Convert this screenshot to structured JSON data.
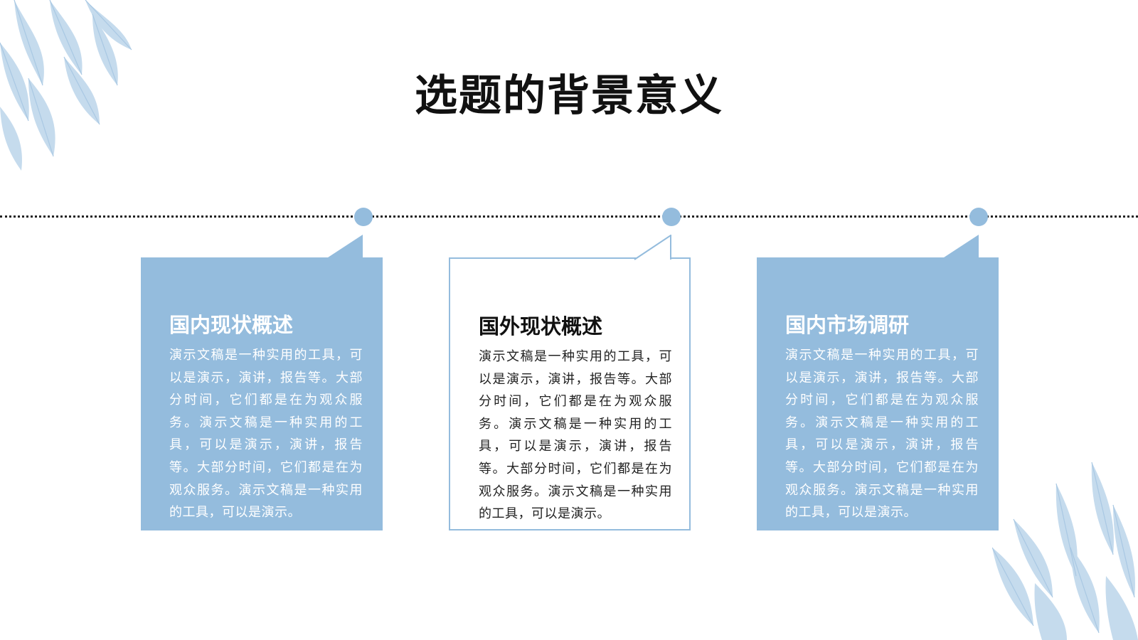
{
  "slide": {
    "title": "选题的背景意义"
  },
  "colors": {
    "accent": "#94bcdd",
    "leaf": "#bcd5ea",
    "timeline": "#222222",
    "title": "#111111"
  },
  "cards": [
    {
      "title": "国内现状概述",
      "body": "演示文稿是一种实用的工具，可以是演示，演讲，报告等。大部分时间，它们都是在为观众服务。演示文稿是一种实用的工具，可以是演示，演讲，报告等。大部分时间，它们都是在为观众服务。演示文稿是一种实用的工具，可以是演示。",
      "style": "filled"
    },
    {
      "title": "国外现状概述",
      "body": "演示文稿是一种实用的工具，可以是演示，演讲，报告等。大部分时间，它们都是在为观众服务。演示文稿是一种实用的工具，可以是演示，演讲，报告等。大部分时间，它们都是在为观众服务。演示文稿是一种实用的工具，可以是演示。",
      "style": "outline"
    },
    {
      "title": "国内市场调研",
      "body": "演示文稿是一种实用的工具，可以是演示，演讲，报告等。大部分时间，它们都是在为观众服务。演示文稿是一种实用的工具，可以是演示，演讲，报告等。大部分时间，它们都是在为观众服务。演示文稿是一种实用的工具，可以是演示。",
      "style": "filled"
    }
  ]
}
